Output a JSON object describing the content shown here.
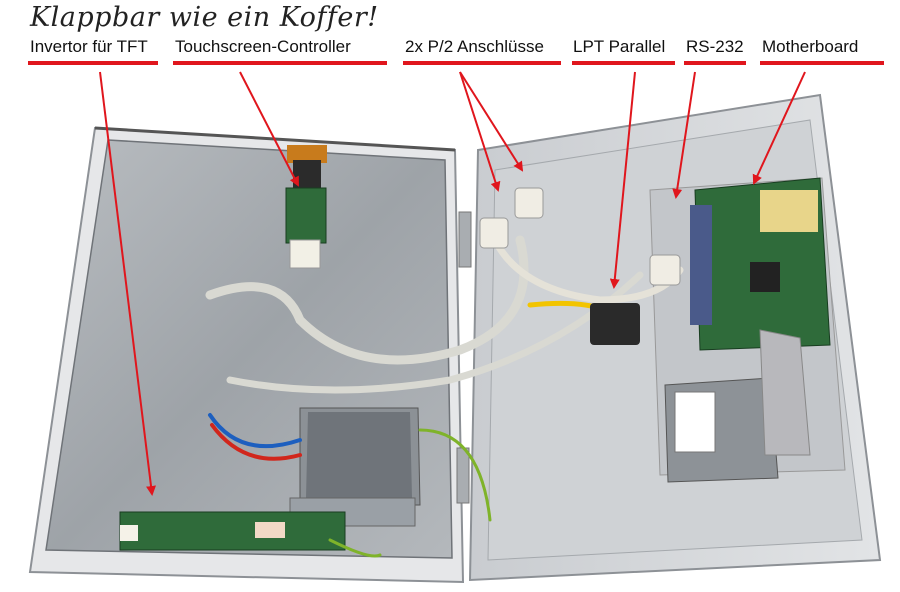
{
  "title": "Klappbar wie ein Koffer!",
  "labels": [
    {
      "id": "invertor",
      "text": "Invertor für TFT"
    },
    {
      "id": "touch",
      "text": "Touchscreen-Controller"
    },
    {
      "id": "ps2",
      "text": "2x P/2 Anschlüsse"
    },
    {
      "id": "lpt",
      "text": "LPT Parallel"
    },
    {
      "id": "rs232",
      "text": "RS-232"
    },
    {
      "id": "mobo",
      "text": "Motherboard"
    }
  ],
  "colors": {
    "accent": "#e0161d",
    "case": "#d9dbde",
    "metal": "#a8adb2",
    "pcb": "#2f6b3a"
  }
}
